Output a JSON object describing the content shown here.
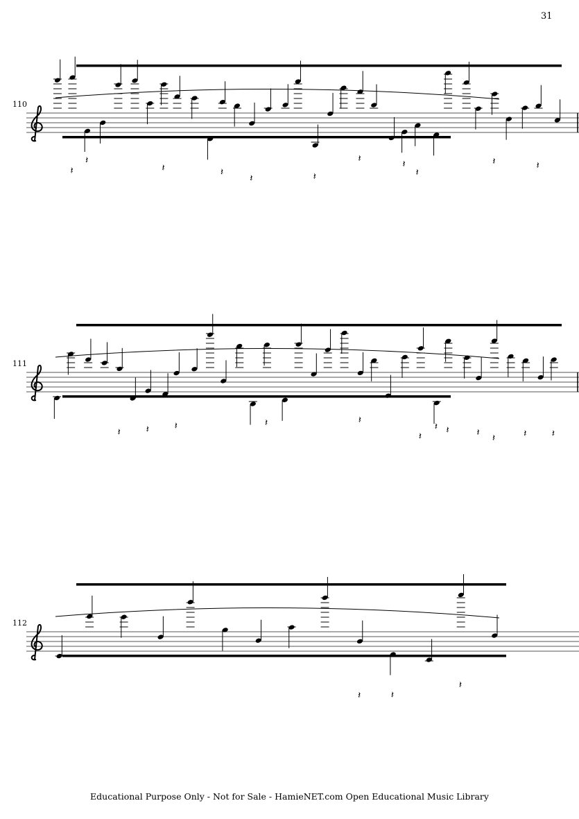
{
  "page_number": "31",
  "systems": [
    {
      "measure_number": "110"
    },
    {
      "measure_number": "111"
    },
    {
      "measure_number": "112"
    }
  ],
  "footer": "Educational Purpose Only - Not for Sale - HamieNET.com Open Educational Music Library"
}
